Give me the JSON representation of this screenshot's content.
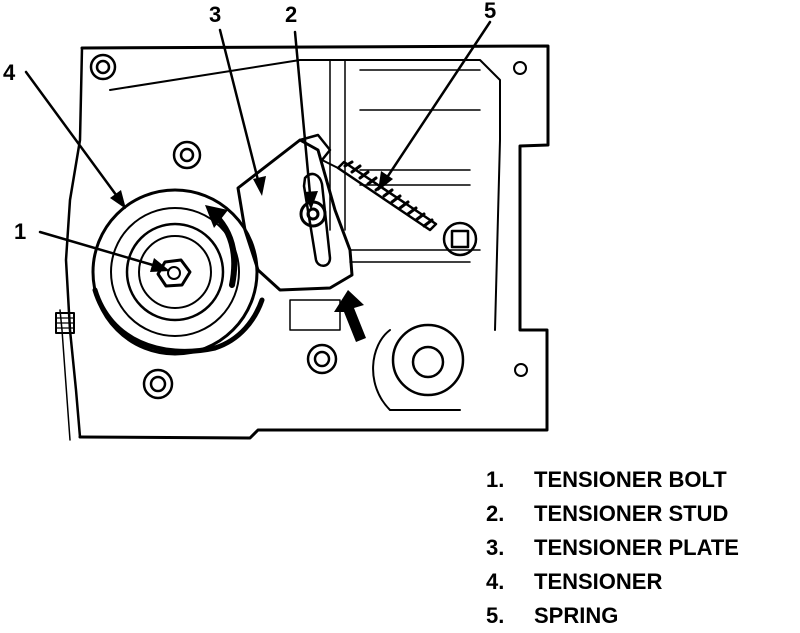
{
  "callouts": [
    {
      "id": 1,
      "text": "1"
    },
    {
      "id": 2,
      "text": "2"
    },
    {
      "id": 3,
      "text": "3"
    },
    {
      "id": 4,
      "text": "4"
    },
    {
      "id": 5,
      "text": "5"
    }
  ],
  "legend": [
    {
      "num": "1.",
      "label": "TENSIONER BOLT"
    },
    {
      "num": "2.",
      "label": "TENSIONER STUD"
    },
    {
      "num": "3.",
      "label": "TENSIONER PLATE"
    },
    {
      "num": "4.",
      "label": "TENSIONER"
    },
    {
      "num": "5.",
      "label": "SPRING"
    }
  ],
  "colors": {
    "ink": "#000000",
    "paper": "#ffffff"
  }
}
